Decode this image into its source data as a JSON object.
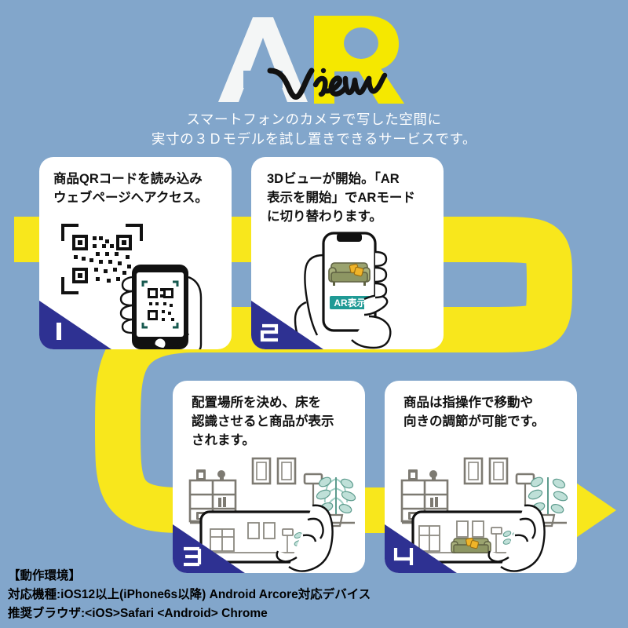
{
  "meta": {
    "colors": {
      "background_blue": "#82a6cb",
      "ribbon_yellow": "#f8e71c",
      "logo_white": "#f4f6f6",
      "logo_yellow": "#f5e800",
      "badge_navy": "#2e3192",
      "card_white": "#ffffff",
      "ar_button_teal": "#1f9a95",
      "sofa_olive": "#9aa36f",
      "cushion_yellow": "#f0b429",
      "plant_green": "#9fcfc4",
      "furniture_gray": "#7d7a72"
    }
  },
  "header": {
    "logo_ar": "AR",
    "logo_script": "View",
    "tagline_line1": "スマートフォンのカメラで写した空間に",
    "tagline_line2": "実寸の３Ｄモデルを試し置きできるサービスです。"
  },
  "steps": [
    {
      "number": "1",
      "text_lines": [
        "商品QRコードを読み込み",
        "ウェブページへアクセス。"
      ],
      "illustration": "qr-scan-phone"
    },
    {
      "number": "2",
      "text_lines": [
        "3Dビューが開始。「AR",
        "表示を開始」でARモード",
        "に切り替わります。"
      ],
      "illustration": "phone-3d-sofa",
      "ar_button_label": "AR表示"
    },
    {
      "number": "3",
      "text_lines": [
        "配置場所を決め、床を",
        "認識させると商品が表示",
        "されます。"
      ],
      "illustration": "room-scan-empty"
    },
    {
      "number": "4",
      "text_lines": [
        "商品は指操作で移動や",
        "向きの調節が可能です。"
      ],
      "illustration": "room-scan-sofa"
    }
  ],
  "footer": {
    "heading": "【動作環境】",
    "line_device": "対応機種:iOS12以上(iPhone6s以降) Android Arcore対応デバイス",
    "line_browser": "推奨ブラウザ:<iOS>Safari <Android> Chrome"
  }
}
